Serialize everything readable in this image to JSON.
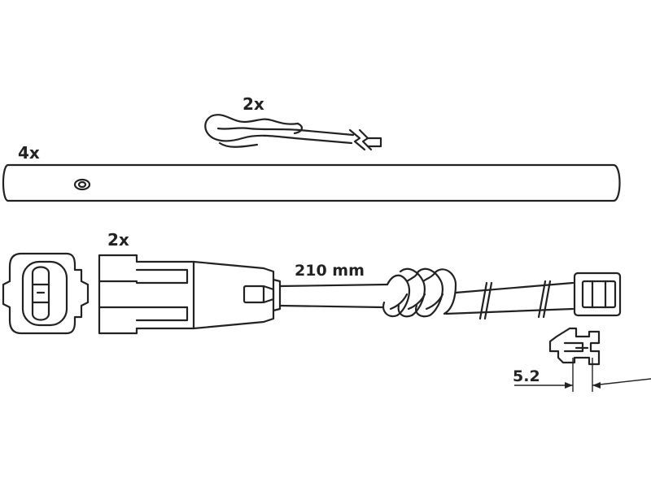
{
  "labels": {
    "clip_quantity": "2x",
    "pin_quantity": "4x",
    "sensor_quantity": "2x",
    "cable_length": "210 mm",
    "dimension": "5.2"
  },
  "colors": {
    "line": "#222222",
    "background": "#ffffff"
  }
}
